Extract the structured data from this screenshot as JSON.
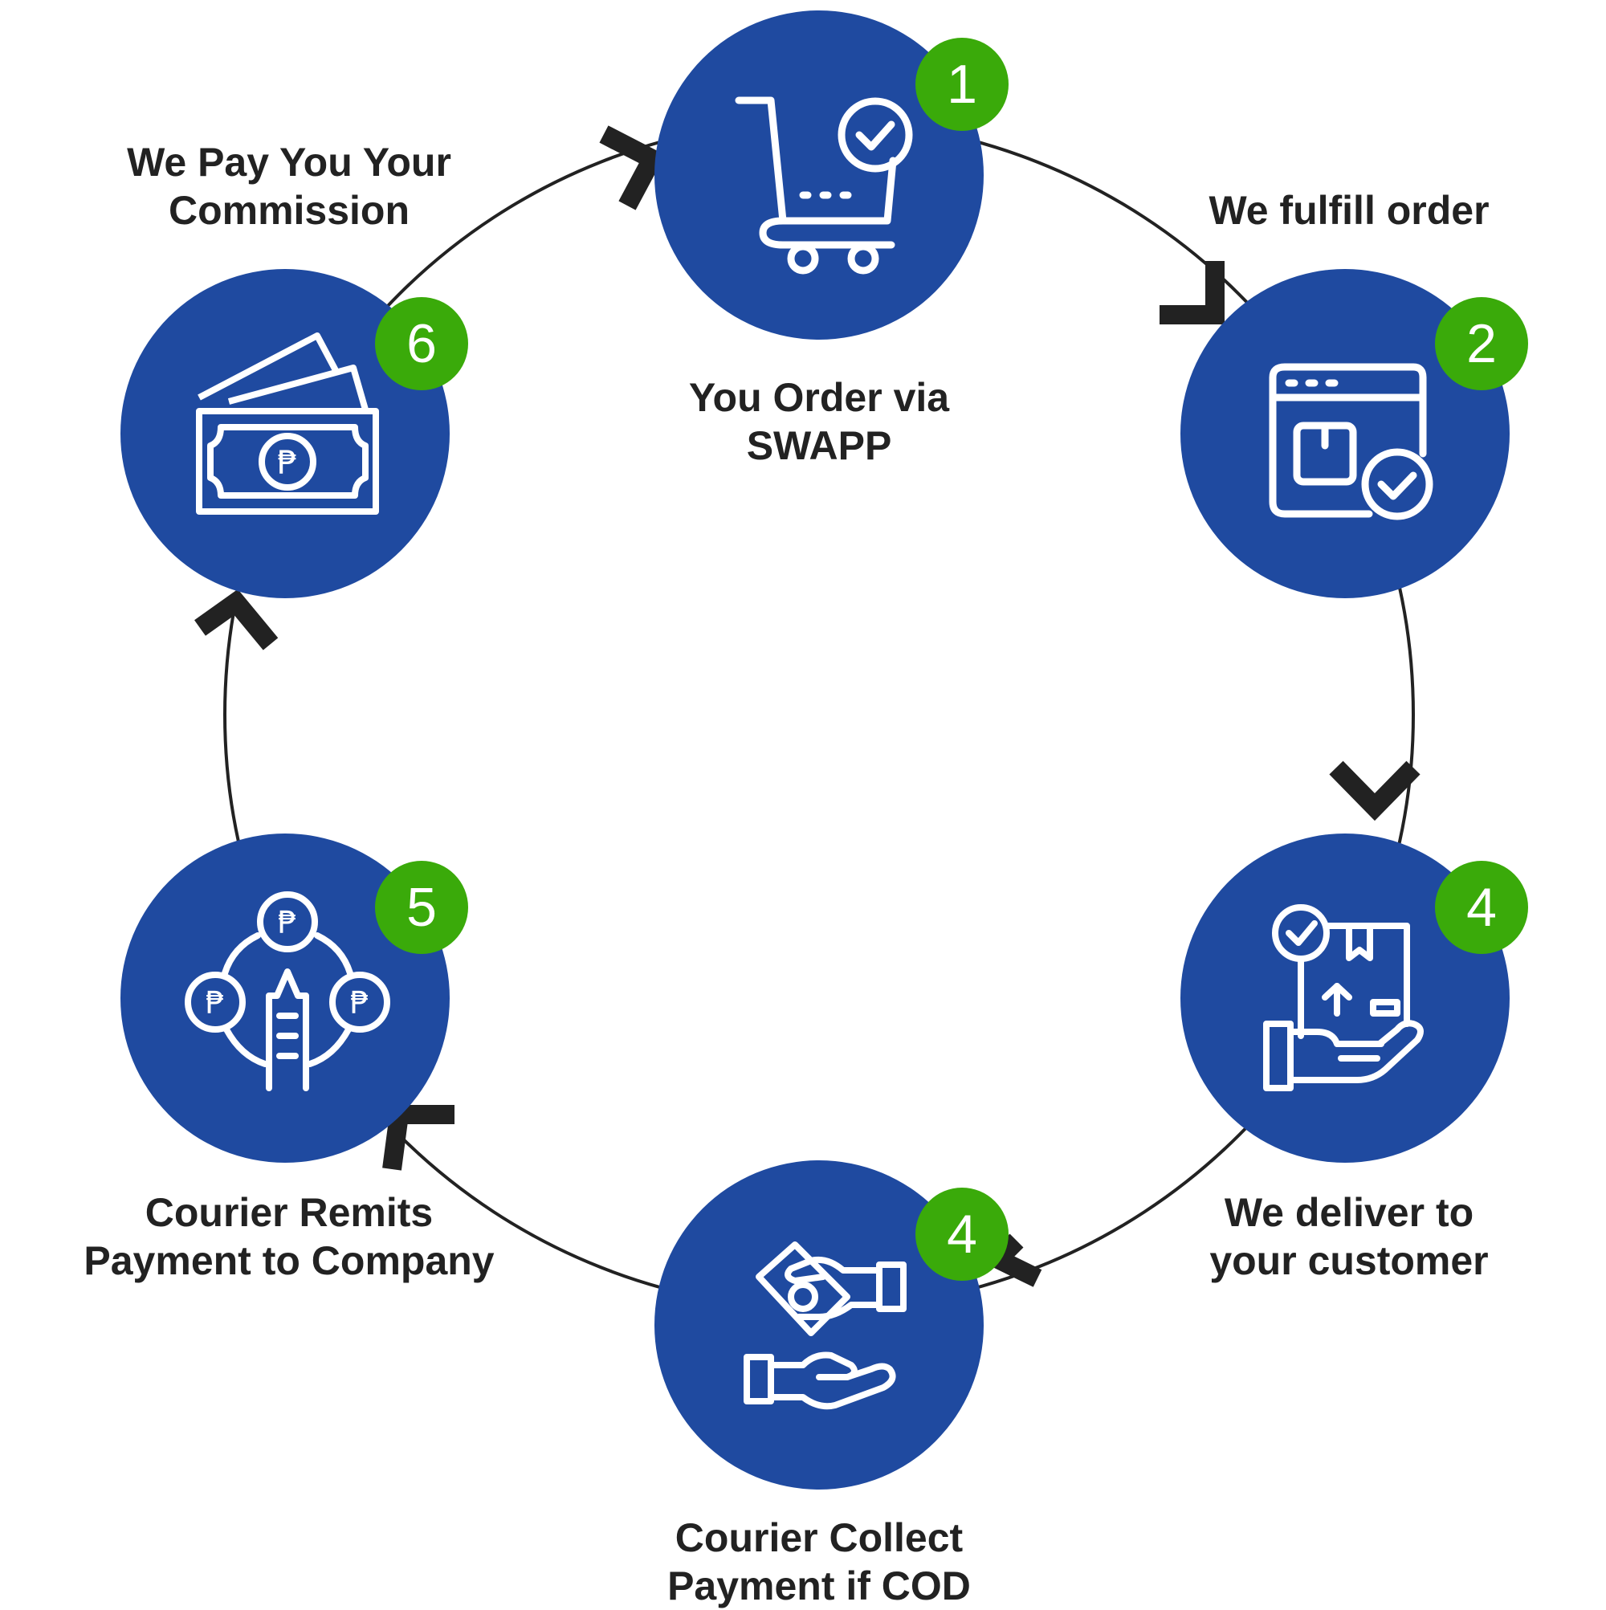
{
  "colors": {
    "circle": "#1f4aa0",
    "badge": "#3aaa0a",
    "text": "#222222",
    "ring": "#222222",
    "icon": "#ffffff"
  },
  "steps": [
    {
      "number": "1",
      "label": "You Order via\nSWAPP",
      "icon": "shopping-cart-check-icon"
    },
    {
      "number": "2",
      "label": "We fulfill order",
      "icon": "package-window-check-icon"
    },
    {
      "number": "4",
      "label": "We deliver to\nyour customer",
      "icon": "hand-delivering-box-icon"
    },
    {
      "number": "4",
      "label": "Courier Collect\nPayment if COD",
      "icon": "cash-handover-icon"
    },
    {
      "number": "5",
      "label": "Courier Remits\nPayment to Company",
      "icon": "building-peso-coins-icon"
    },
    {
      "number": "6",
      "label": "We Pay You Your\nCommission",
      "icon": "peso-banknotes-icon"
    }
  ]
}
